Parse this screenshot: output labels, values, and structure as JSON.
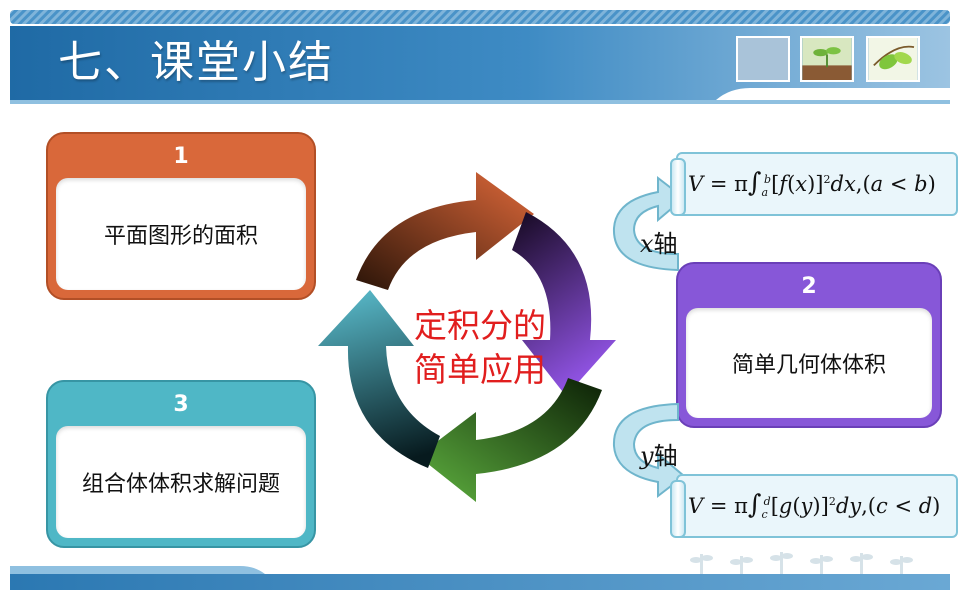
{
  "header": {
    "title": "七、课堂小结"
  },
  "center": {
    "line1": "定积分的",
    "line2": "简单应用"
  },
  "cards": [
    {
      "number": "1",
      "text": "平面图形的面积"
    },
    {
      "number": "2",
      "text": "简单几何体体积"
    },
    {
      "number": "3",
      "text": "组合体体积求解问题"
    }
  ],
  "formulas": {
    "x_axis": {
      "label_var": "x",
      "label_word": "轴",
      "lhs": "V",
      "lower": "a",
      "upper": "b",
      "func": "f",
      "var": "x",
      "diff": "dx",
      "cond_left": "a",
      "cond_right": "b"
    },
    "y_axis": {
      "label_var": "y",
      "label_word": "轴",
      "lhs": "V",
      "lower": "c",
      "upper": "d",
      "func": "g",
      "var": "y",
      "diff": "dy",
      "cond_left": "c",
      "cond_right": "d"
    }
  },
  "colors": {
    "header_blue": "#3a82b8",
    "card1_orange": "#d9683a",
    "card2_purple": "#8757d8",
    "card3_teal": "#4fb7c6",
    "arrow_green": "#4fa63a",
    "center_red": "#e11e1e"
  },
  "icons": {
    "cycle": "cycle-arrows-icon",
    "connector": "curved-arrow-icon"
  }
}
